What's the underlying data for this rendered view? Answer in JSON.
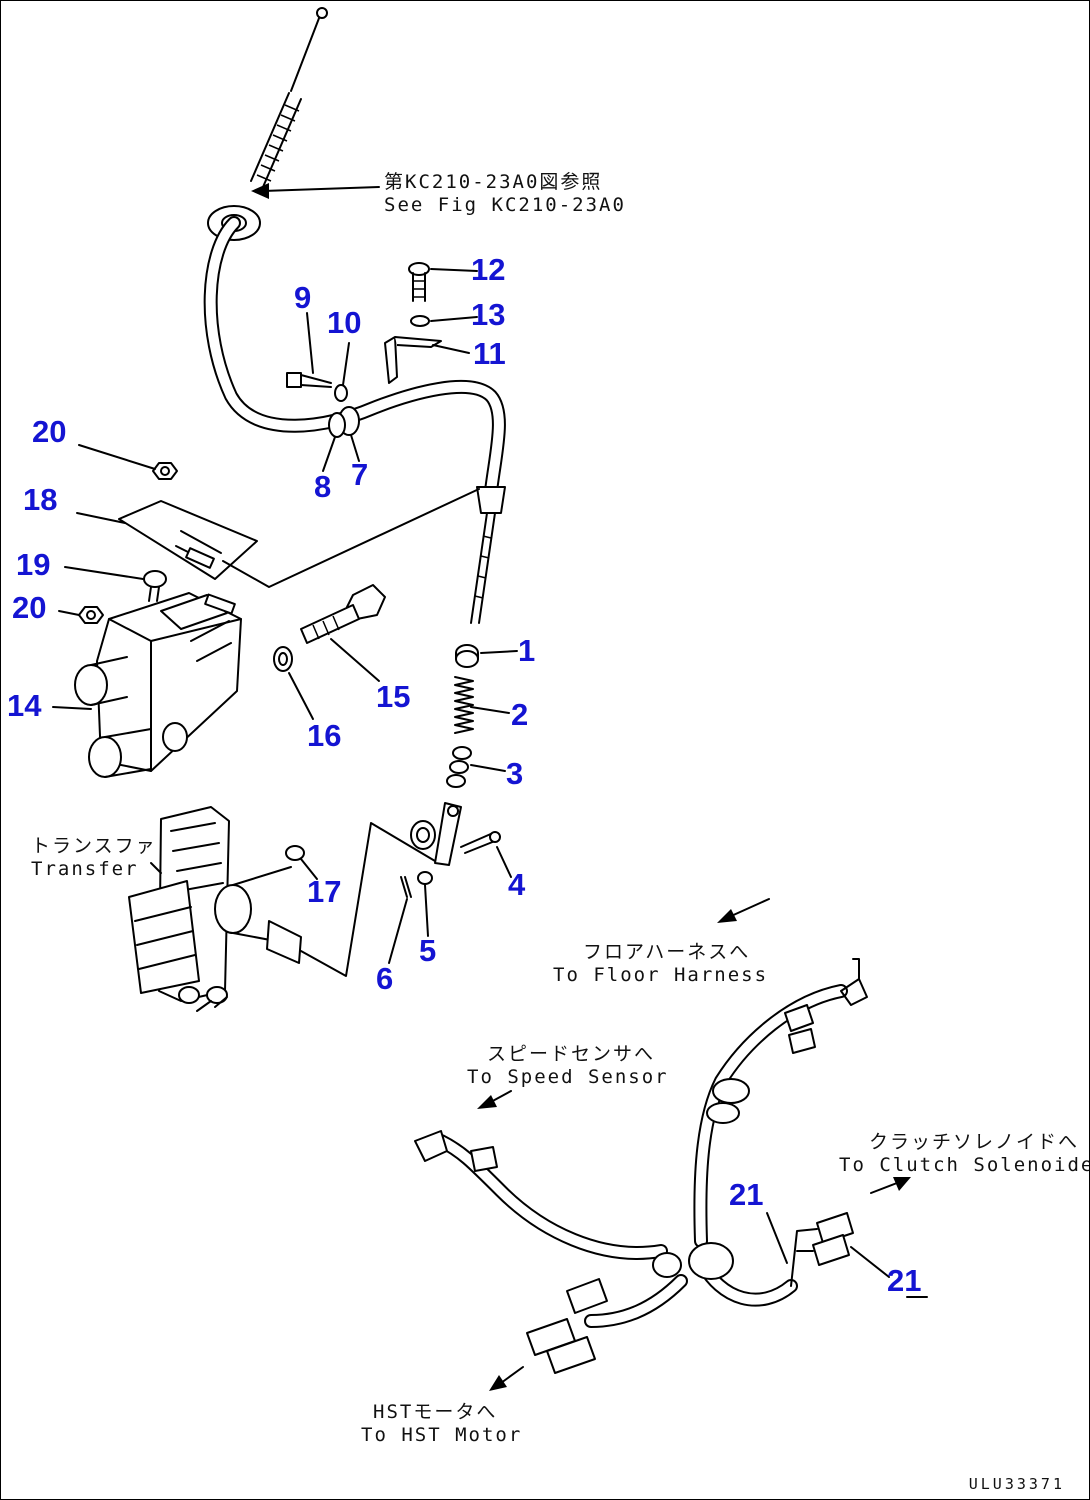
{
  "colors": {
    "callout": "#1414d2",
    "line": "#000000",
    "background": "#ffffff"
  },
  "notes": {
    "fig_ref_jp": "第KC210-23A0図参照",
    "fig_ref_en": "See Fig KC210-23A0",
    "transfer_jp": "トランスファ",
    "transfer_en": "Transfer",
    "floor_harness_jp": "フロアハーネスへ",
    "floor_harness_en": "To Floor Harness",
    "speed_sensor_jp": "スピードセンサへ",
    "speed_sensor_en": "To Speed Sensor",
    "clutch_solenoid_jp": "クラッチソレノイドへ",
    "clutch_solenoid_en": "To Clutch Solenoide",
    "hst_motor_jp": "HSTモータへ",
    "hst_motor_en": "To HST Motor"
  },
  "callouts": [
    {
      "id": "c1",
      "label": "1"
    },
    {
      "id": "c2",
      "label": "2"
    },
    {
      "id": "c3",
      "label": "3"
    },
    {
      "id": "c4",
      "label": "4"
    },
    {
      "id": "c5",
      "label": "5"
    },
    {
      "id": "c6",
      "label": "6"
    },
    {
      "id": "c7",
      "label": "7"
    },
    {
      "id": "c8",
      "label": "8"
    },
    {
      "id": "c9",
      "label": "9"
    },
    {
      "id": "c10",
      "label": "10"
    },
    {
      "id": "c11",
      "label": "11"
    },
    {
      "id": "c12",
      "label": "12"
    },
    {
      "id": "c13",
      "label": "13"
    },
    {
      "id": "c14",
      "label": "14"
    },
    {
      "id": "c15",
      "label": "15"
    },
    {
      "id": "c16",
      "label": "16"
    },
    {
      "id": "c17",
      "label": "17"
    },
    {
      "id": "c18",
      "label": "18"
    },
    {
      "id": "c19",
      "label": "19"
    },
    {
      "id": "c20a",
      "label": "20"
    },
    {
      "id": "c20b",
      "label": "20"
    },
    {
      "id": "c21a",
      "label": "21"
    },
    {
      "id": "c21b",
      "label": "21"
    }
  ],
  "drawing_code": "ULU33371"
}
